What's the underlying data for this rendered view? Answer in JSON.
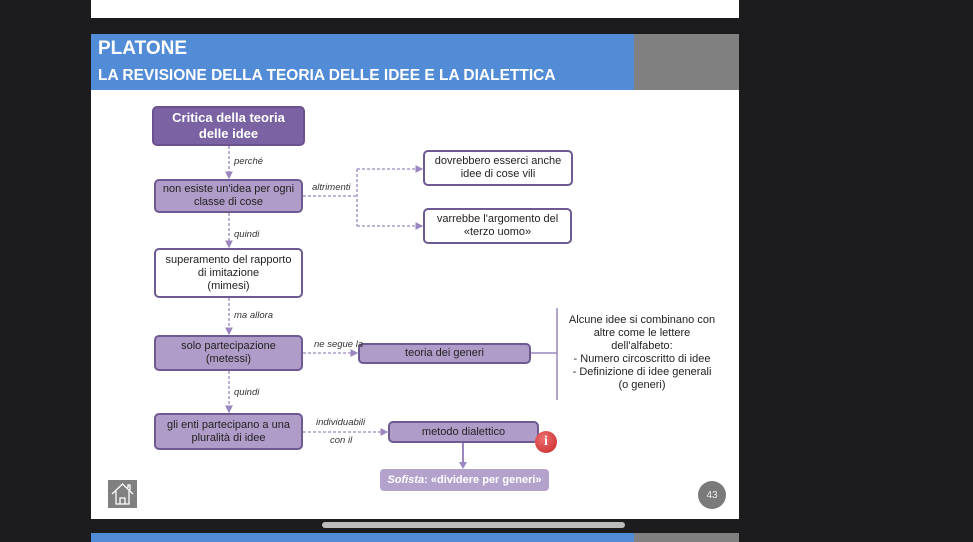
{
  "header": {
    "title": "PLATONE",
    "subtitle": "LA REVISIONE DELLA TEORIA DELLE IDEE E LA DIALETTICA"
  },
  "nodes": {
    "critica": "Critica della teoria\ndelle idee",
    "non_esiste": "non esiste un'idea per ogni\nclasse di cose",
    "superamento": "superamento del rapporto\ndi imitazione\n(mimesi)",
    "dovrebbero": "dovrebbero esserci anche\nidee di cose vili",
    "varrebbe": "varrebbe l'argomento del\n«terzo uomo»",
    "partecipazione": "solo partecipazione\n(metessi)",
    "teoria_generi": "teoria dei generi",
    "enti": "gli enti partecipano a una\npluralità di idee",
    "metodo": "metodo dialettico",
    "sofista_title": "Sofista",
    "sofista_rest": ": «dividere per generi»"
  },
  "labels": {
    "perche": "perché",
    "altrimenti": "altrimenti",
    "quindi1": "quindi",
    "ma_allora": "ma allora",
    "ne_segue": "ne segue la",
    "quindi2": "quindi",
    "individuabili": "individuabili",
    "con_il": "con il"
  },
  "side_note": {
    "intro": "Alcune idee si combinano con altre come le lettere dell'alfabeto:",
    "items": [
      "-  Numero circoscritto di idee",
      "-  Definizione di idee generali\n(o generi)"
    ]
  },
  "info_badge": "i",
  "page_number": "43",
  "colors": {
    "header": "#528bd6",
    "dark_purple": "#7b62a3",
    "light_purple": "#b09cc8"
  }
}
